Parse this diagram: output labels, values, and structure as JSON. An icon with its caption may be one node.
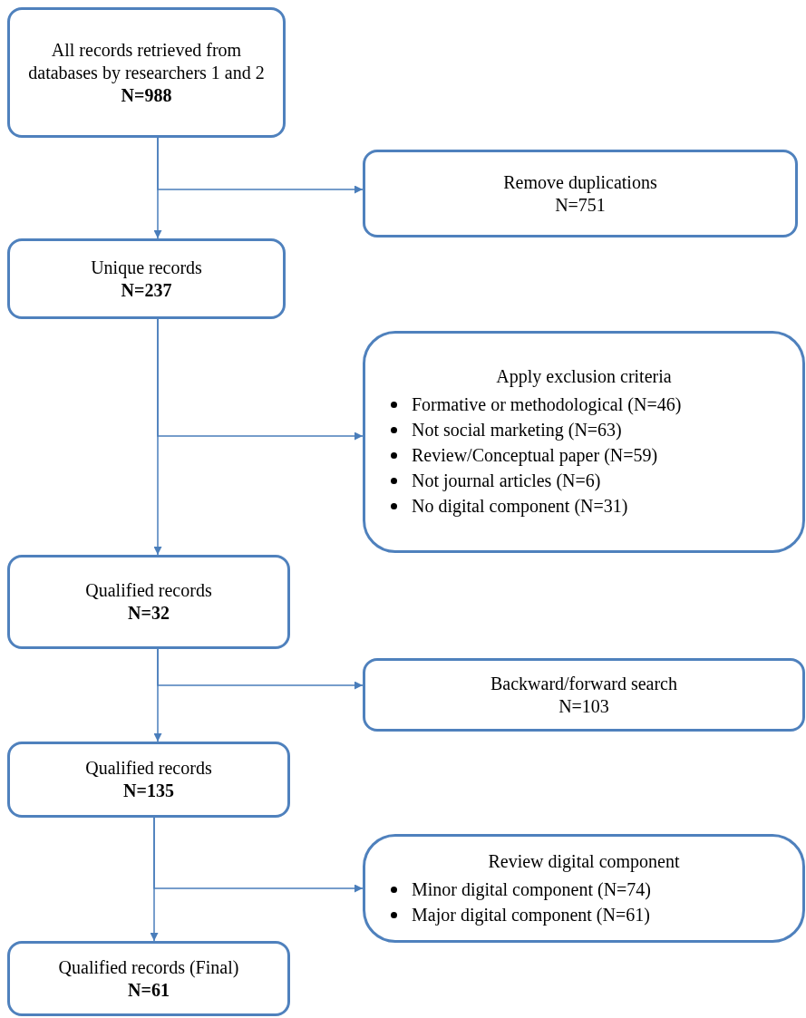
{
  "diagram": {
    "nodes": [
      {
        "text": [
          "All records retrieved from databases by researchers 1 and 2",
          "N=988"
        ]
      },
      {
        "text": [
          "Remove duplications",
          "N=751"
        ]
      },
      {
        "text": [
          "Unique records",
          "N=237"
        ]
      },
      {
        "text": [
          "Apply exclusion criteria",
          "Formative or methodological (N=46)",
          "Not social marketing (N=63)",
          "Review/Conceptual paper (N=59)",
          "Not journal articles (N=6)",
          "No digital component (N=31)"
        ]
      },
      {
        "text": [
          "Qualified records",
          "N=32"
        ]
      },
      {
        "text": [
          "Backward/forward search",
          "N=103"
        ]
      },
      {
        "text": [
          "Qualified records",
          "N=135"
        ]
      },
      {
        "text": [
          "Review digital component",
          "Minor digital component (N=74)",
          "Major digital component (N=61)"
        ]
      },
      {
        "text": [
          "Qualified records (Final)",
          "N=61"
        ]
      }
    ],
    "edges": [
      {
        "from": 0,
        "to": 2,
        "arrow": "to"
      },
      {
        "from": 0,
        "to": 1,
        "arrow": "to"
      },
      {
        "from": 2,
        "to": 4,
        "arrow": "to"
      },
      {
        "from": 2,
        "to": 3,
        "arrow": "to"
      },
      {
        "from": 4,
        "to": 6,
        "arrow": "to"
      },
      {
        "from": 4,
        "to": 5,
        "arrow": "to"
      },
      {
        "from": 6,
        "to": 8,
        "arrow": "to"
      },
      {
        "from": 6,
        "to": 7,
        "arrow": "to"
      }
    ]
  }
}
